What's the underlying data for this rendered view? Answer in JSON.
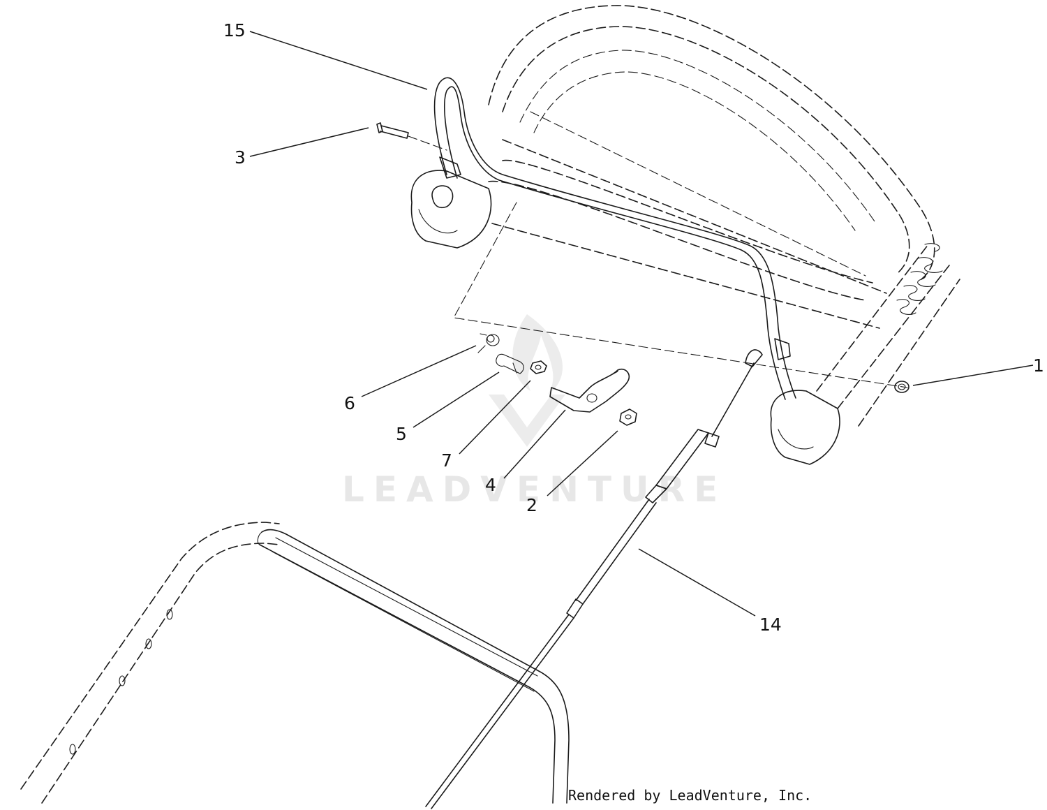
{
  "callouts": [
    {
      "id": "15",
      "label": "15"
    },
    {
      "id": "3",
      "label": "3"
    },
    {
      "id": "1",
      "label": "1"
    },
    {
      "id": "6",
      "label": "6"
    },
    {
      "id": "5",
      "label": "5"
    },
    {
      "id": "7",
      "label": "7"
    },
    {
      "id": "4",
      "label": "4"
    },
    {
      "id": "2",
      "label": "2"
    },
    {
      "id": "14",
      "label": "14"
    }
  ],
  "watermark": {
    "text": "LEADVENTURE"
  },
  "footer": {
    "credit": "Rendered by LeadVenture, Inc."
  },
  "colors": {
    "line": "#1a1a1a",
    "watermark": "#e7e7e7",
    "background": "#ffffff"
  }
}
